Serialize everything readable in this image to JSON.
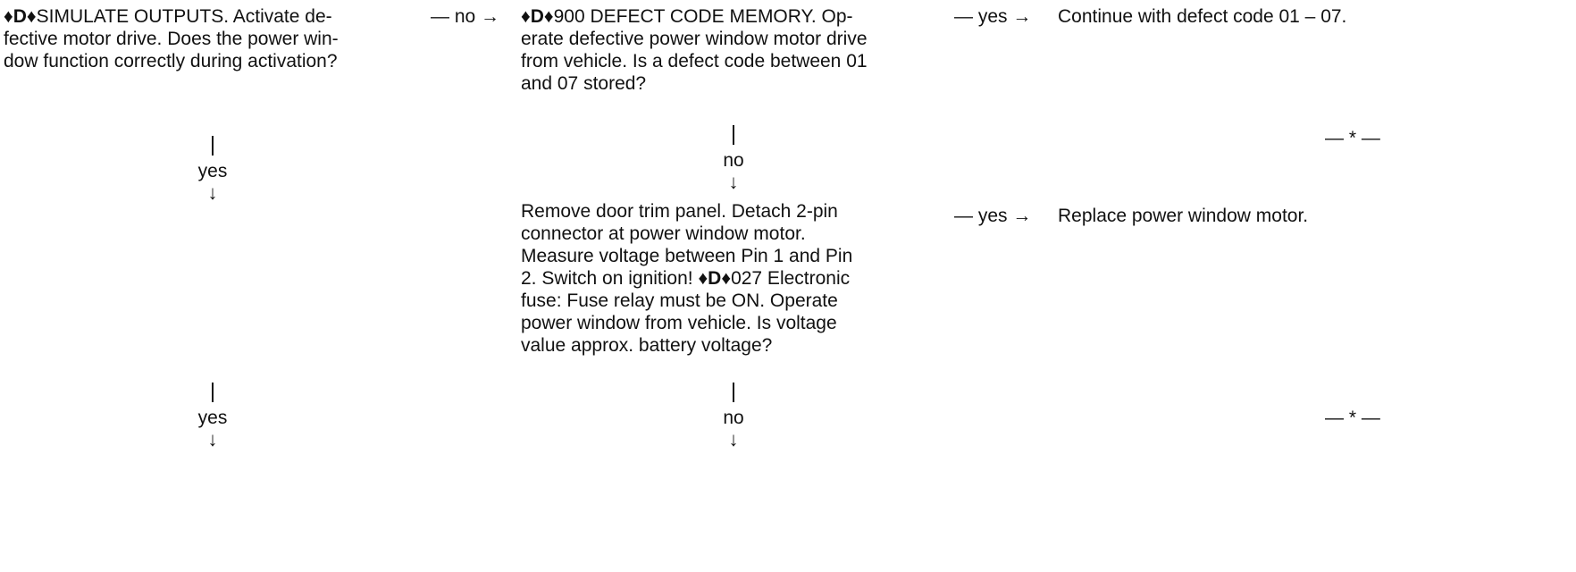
{
  "step1": {
    "marker": "♦D♦",
    "text": "SIMULATE OUTPUTS. Activate de-\nfective motor drive. Does the power win-\ndow function correctly during activation?"
  },
  "step1_no_arrow": "— no →",
  "step1_yes_1": {
    "label": "yes",
    "arrow": "↓"
  },
  "step1_yes_2": {
    "label": "yes",
    "arrow": "↓"
  },
  "step2": {
    "marker": "♦D♦",
    "text": "900 DEFECT CODE MEMORY. Op-\nerate defective power window motor drive\nfrom vehicle. Is a defect code between 01\nand 07 stored?"
  },
  "step2_yes_arrow": "— yes →",
  "step2_yes_result": "Continue with defect code 01 – 07.",
  "step2_no": {
    "label": "no",
    "arrow": "↓"
  },
  "end_marker_1": "— * —",
  "step3": {
    "text_before": "Remove door trim panel. Detach 2-pin\nconnector at power window motor.\nMeasure voltage between Pin 1 and Pin\n2. Switch on ignition! ",
    "marker": "♦D♦",
    "text_after": "027 Electronic\nfuse: Fuse relay must be ON. Operate\npower window from vehicle. Is voltage\nvalue approx. battery voltage?"
  },
  "step3_yes_arrow": "— yes →",
  "step3_yes_result": "Replace power window motor.",
  "step3_no": {
    "label": "no",
    "arrow": "↓"
  },
  "end_marker_2": "— * —"
}
